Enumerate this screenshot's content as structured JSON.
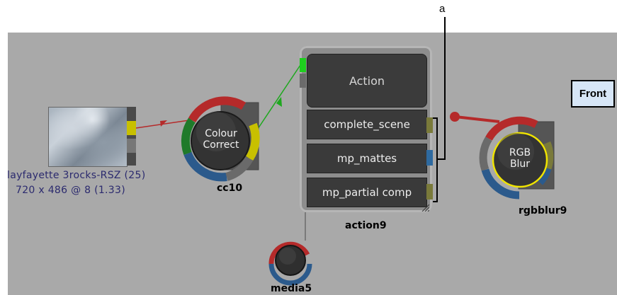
{
  "callout": {
    "label": "a"
  },
  "clip": {
    "name": "layfayette 3rocks-RSZ (25)",
    "resolution": "720 x 486 @ 8 (1.33)"
  },
  "colour_correct": {
    "label": "Colour\nCorrect",
    "name": "cc10"
  },
  "action": {
    "title": "Action",
    "outputs": [
      "complete_scene",
      "mp_mattes",
      "mp_partial comp"
    ],
    "name": "action9"
  },
  "media": {
    "name": "media5"
  },
  "rgb_blur": {
    "label": "RGB\nBlur",
    "name": "rgbblur9"
  },
  "front_button": {
    "label": "Front"
  },
  "colors": {
    "background": "#a9a9a9",
    "link_red": "#b52a2a",
    "link_green": "#1ea81e",
    "port_yellow": "#c8c000",
    "selected_ring": "#f0e400"
  }
}
